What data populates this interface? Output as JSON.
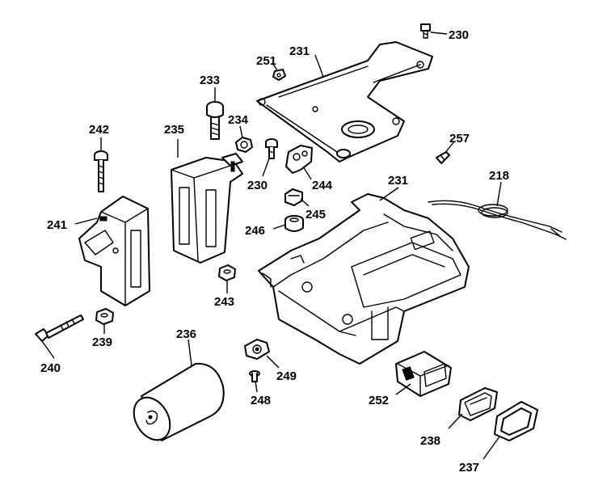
{
  "callouts": {
    "p230a": "230",
    "p231a": "231",
    "p251": "251",
    "p233": "233",
    "p234": "234",
    "p235": "235",
    "p242": "242",
    "p230b": "230",
    "p244": "244",
    "p257": "257",
    "p218": "218",
    "p231b": "231",
    "p245": "245",
    "p246": "246",
    "p241": "241",
    "p243": "243",
    "p239": "239",
    "p240": "240",
    "p236": "236",
    "p249": "249",
    "p248": "248",
    "p252": "252",
    "p238": "238",
    "p237": "237"
  }
}
